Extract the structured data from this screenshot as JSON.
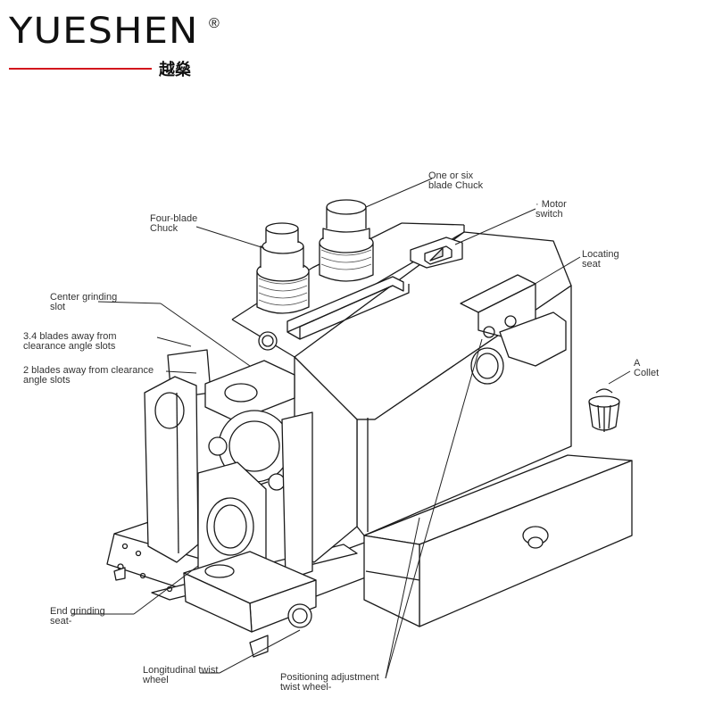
{
  "brand": {
    "name": "YUESHEN",
    "registered": "®",
    "chinese": "越燊"
  },
  "callouts": [
    {
      "id": "one-six-chuck",
      "text": "One or six\nblade Chuck"
    },
    {
      "id": "motor-switch",
      "text": "· Motor\nswitch"
    },
    {
      "id": "four-blade-chuck",
      "text": "Four-blade\nChuck"
    },
    {
      "id": "locating-seat",
      "text": "Locating\nseat"
    },
    {
      "id": "center-grinding-slot",
      "text": "Center grinding\nslot"
    },
    {
      "id": "three-four-blades",
      "text": "3.4 blades away from\nclearance angle slots"
    },
    {
      "id": "two-blades",
      "text": "2 blades away from clearance\nangle slots"
    },
    {
      "id": "collet",
      "text": "A\nCollet"
    },
    {
      "id": "end-grinding-seat",
      "text": "End grinding\nseat-"
    },
    {
      "id": "longitudinal-twist-wheel",
      "text": "Longitudinal twist\nwheel"
    },
    {
      "id": "positioning-wheel",
      "text": "Positioning adjustment\ntwist wheel-"
    }
  ]
}
